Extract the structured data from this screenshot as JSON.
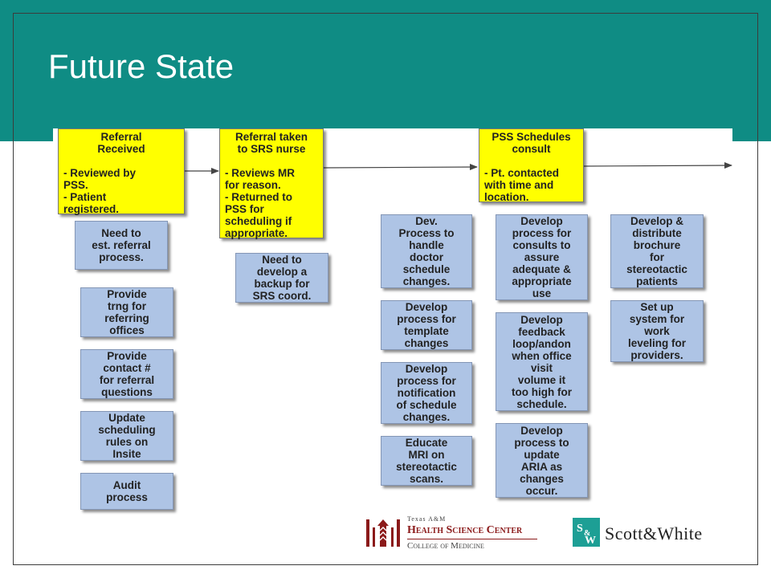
{
  "slide": {
    "title": "Future State"
  },
  "colors": {
    "teal_band": "#0f8c84",
    "process_box": "#ffff00",
    "action_box": "#aec4e5",
    "brand_maroon": "#8b1a1a"
  },
  "process_steps": [
    {
      "heading": "Referral\nReceived",
      "bullets": "- Reviewed by\nPSS.\n-  Patient\nregistered."
    },
    {
      "heading": "Referral taken\nto SRS nurse",
      "bullets": "-  Reviews MR\nfor reason.\n-  Returned to\nPSS for\nscheduling if\nappropriate."
    },
    {
      "heading": "PSS Schedules\nconsult",
      "bullets": "-  Pt. contacted\nwith time and\nlocation."
    }
  ],
  "action_items": {
    "col1": [
      "Need to\nest. referral\nprocess.",
      "Provide\ntrng for\nreferring\noffices",
      "Provide\ncontact #\nfor referral\nquestions",
      "Update\nscheduling\nrules on\nInsite",
      "Audit\nprocess"
    ],
    "col2": [
      "Need to\ndevelop a\nbackup for\nSRS coord."
    ],
    "col3": [
      "Dev.\nProcess to\nhandle\ndoctor\nschedule\nchanges.",
      "Develop\nprocess for\ntemplate\nchanges",
      "Develop\nprocess for\nnotification\nof schedule\nchanges.",
      "Educate\nMRI on\nstereotactic\nscans."
    ],
    "col4": [
      "Develop\nprocess for\nconsults to\nassure\nadequate &\nappropriate\nuse",
      "Develop\nfeedback\nloop/andon\nwhen office\nvisit\nvolume it\ntoo high for\nschedule.",
      "Develop\nprocess to\nupdate\nARIA as\nchanges\noccur."
    ],
    "col5": [
      "Develop &\ndistribute\nbrochure\nfor\nstereotactic\npatients",
      "Set up\nsystem for\nwork\nleveling for\nproviders."
    ]
  },
  "logos": {
    "tamu_small": "Texas A&M",
    "tamu_line1": "Health Science Center",
    "tamu_line2": "College of Medicine",
    "scott_white": "Scott&White",
    "sw_emblem_text": "S&W"
  }
}
